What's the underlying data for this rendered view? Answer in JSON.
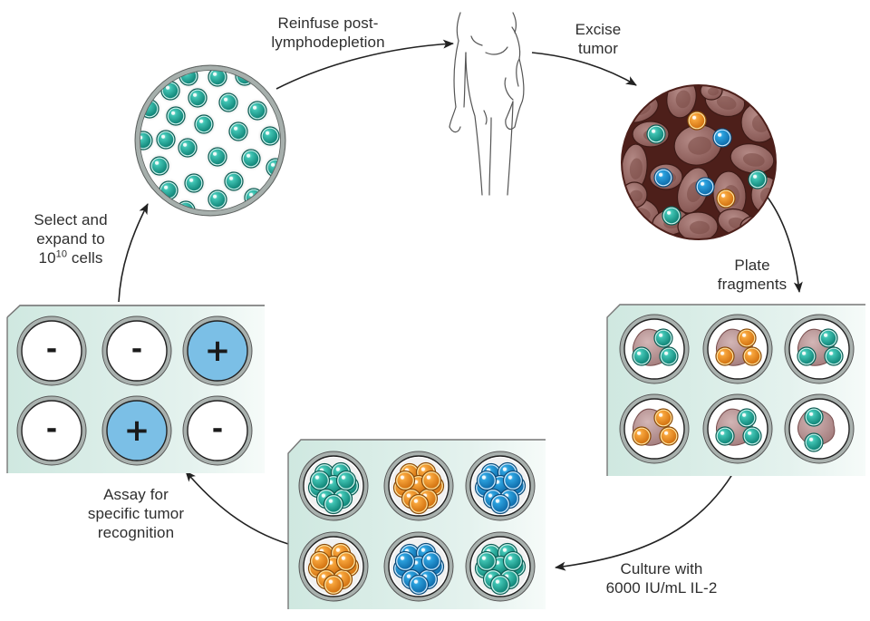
{
  "figure": {
    "title": "Tumor-infiltrating lymphocyte (TIL) therapy cycle",
    "colors": {
      "cell_teal": "#1fa89a",
      "cell_orange": "#f29222",
      "cell_blue": "#1f8fd0",
      "tumor_brown": "#8e615d",
      "tumor_bg": "#5a2a24",
      "plate_fill": "#d8ede7",
      "positive_well": "#7bbfe6",
      "well_ring": "#a9b1ae",
      "arrow": "#222222"
    }
  },
  "steps": {
    "reinfuse": {
      "line1": "Reinfuse post-",
      "line2": "lymphodepletion"
    },
    "excise": {
      "line1": "Excise",
      "line2": "tumor"
    },
    "plate": {
      "line1": "Plate",
      "line2": "fragments"
    },
    "culture": {
      "line1": "Culture with",
      "line2": "6000 IU/mL IL-2"
    },
    "assay": {
      "line1": "Assay for",
      "line2": "specific tumor",
      "line3": "recognition"
    },
    "select": {
      "line1": "Select and",
      "line2": "expand to",
      "line3_base": "10",
      "line3_exp": "10",
      "line3_rest": " cells"
    }
  },
  "assay_plate": {
    "wells": [
      {
        "result": "negative",
        "symbol": "-"
      },
      {
        "result": "negative",
        "symbol": "-"
      },
      {
        "result": "positive",
        "symbol": "+"
      },
      {
        "result": "negative",
        "symbol": "-"
      },
      {
        "result": "positive",
        "symbol": "+"
      },
      {
        "result": "negative",
        "symbol": "-"
      }
    ]
  },
  "culture_plate": {
    "wells": [
      {
        "cell_type": "teal"
      },
      {
        "cell_type": "orange"
      },
      {
        "cell_type": "blue"
      },
      {
        "cell_type": "orange"
      },
      {
        "cell_type": "blue"
      },
      {
        "cell_type": "teal"
      }
    ]
  },
  "fragment_plate": {
    "wells": [
      {
        "cell_type": "teal",
        "cell_count": 3
      },
      {
        "cell_type": "orange",
        "cell_count": 3
      },
      {
        "cell_type": "teal",
        "cell_count": 3
      },
      {
        "cell_type": "orange",
        "cell_count": 3
      },
      {
        "cell_type": "teal",
        "cell_count": 3
      },
      {
        "cell_type": "teal",
        "cell_count": 2
      }
    ]
  },
  "tumor_sample": {
    "infiltrating_cells": [
      "orange",
      "teal",
      "blue",
      "blue",
      "blue",
      "teal",
      "orange",
      "teal"
    ]
  }
}
